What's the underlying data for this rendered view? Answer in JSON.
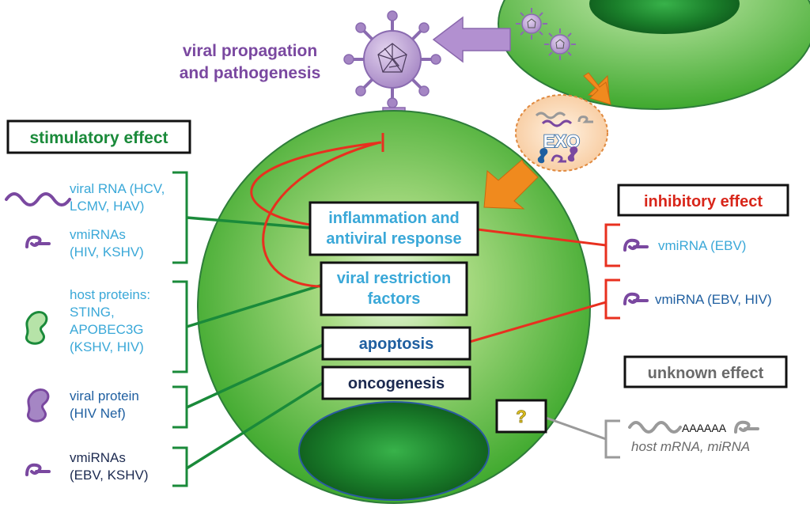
{
  "header": {
    "propagation_line1": "viral propagation",
    "propagation_line2": "and pathogenesis"
  },
  "exosome": {
    "label": "EXO"
  },
  "effects": {
    "stimulatory": "stimulatory effect",
    "inhibitory": "inhibitory effect",
    "unknown": "unknown effect"
  },
  "cell_boxes": [
    {
      "line1": "inflammation and",
      "line2": "antiviral response"
    },
    {
      "line1": "viral restriction",
      "line2": "factors"
    },
    {
      "line1": "apoptosis"
    },
    {
      "line1": "oncogenesis"
    }
  ],
  "unknown_box": {
    "label": "?"
  },
  "stimulatory_items": [
    {
      "lines": [
        "viral RNA (HCV,",
        "LCMV, HAV)"
      ],
      "icon": "viral-rna-wave-icon"
    },
    {
      "lines": [
        "vmiRNAs",
        "(HIV, KSHV)"
      ],
      "icon": "vmirna-hairpin-icon"
    },
    {
      "lines": [
        "host proteins:",
        "STING,",
        "APOBEC3G",
        "(KSHV, HIV)"
      ],
      "icon": "host-protein-icon"
    },
    {
      "lines": [
        "viral protein",
        "(HIV Nef)"
      ],
      "icon": "viral-protein-icon"
    },
    {
      "lines": [
        "vmiRNAs",
        "(EBV, KSHV)"
      ],
      "icon": "vmirna-hairpin-icon"
    }
  ],
  "inhibitory_items": [
    {
      "label": "vmiRNA (EBV)"
    },
    {
      "label": "vmiRNA (EBV, HIV)"
    }
  ],
  "unknown_item": {
    "polya": "AAAAAA",
    "label": "host mRNA, miRNA"
  },
  "colors": {
    "green_dark": "#1a8a3a",
    "purple": "#7a48a0",
    "light_blue": "#3aa8d8",
    "dark_blue": "#1f5fa0",
    "navy": "#1c2a50",
    "red": "#e8301f",
    "orange": "#f08a1e",
    "gray": "#7a7a7a"
  }
}
